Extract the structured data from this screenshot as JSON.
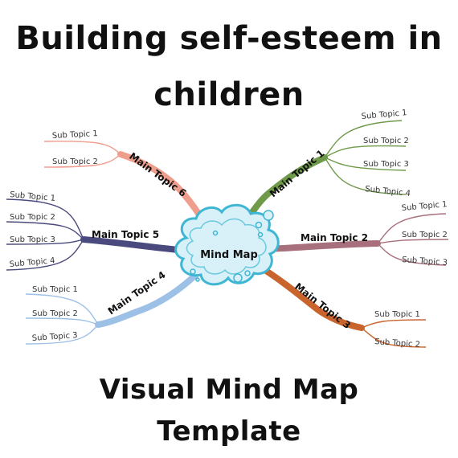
{
  "title": {
    "line1": "Building self-esteem in",
    "line2": "children"
  },
  "footer": {
    "line1": "Visual Mind Map",
    "line2": "Template"
  },
  "center": {
    "label": "Mind Map",
    "fill": "#d8f1f8",
    "stroke": "#3fb6d3"
  },
  "branches": [
    {
      "label": "Main Topic 1",
      "color": "#6f9a4a",
      "subs": [
        "Sub Topic 1",
        "Sub Topic 2",
        "Sub Topic 3",
        "Sub Topic 4"
      ]
    },
    {
      "label": "Main Topic 2",
      "color": "#a8707c",
      "subs": [
        "Sub Topic 1",
        "Sub Topic 2",
        "Sub Topic 3"
      ]
    },
    {
      "label": "Main Topic 3",
      "color": "#c9642c",
      "subs": [
        "Sub Topic 1",
        "Sub Topic 2"
      ]
    },
    {
      "label": "Main Topic 4",
      "color": "#9dc0e6",
      "subs": [
        "Sub Topic 1",
        "Sub Topic 2",
        "Sub Topic 3"
      ]
    },
    {
      "label": "Main Topic 5",
      "color": "#4a4a7e",
      "subs": [
        "Sub Topic 1",
        "Sub Topic 2",
        "Sub Topic 3",
        "Sub Topic 4"
      ]
    },
    {
      "label": "Main Topic 6",
      "color": "#ef9d8c",
      "subs": [
        "Sub Topic 1",
        "Sub Topic 2"
      ]
    }
  ]
}
